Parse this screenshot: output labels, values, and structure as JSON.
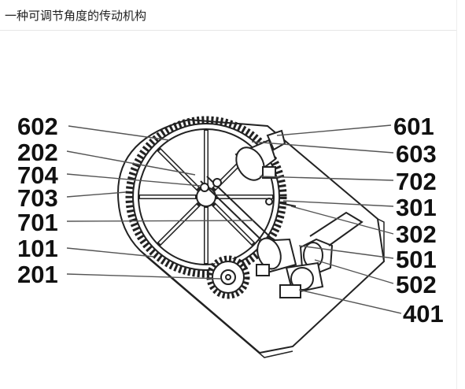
{
  "page": {
    "title": "一种可调节角度的传动机构"
  },
  "labels": {
    "left": [
      "602",
      "202",
      "704",
      "703",
      "701",
      "101",
      "201"
    ],
    "right": [
      "601",
      "603",
      "702",
      "301",
      "302",
      "501",
      "502",
      "401"
    ]
  }
}
